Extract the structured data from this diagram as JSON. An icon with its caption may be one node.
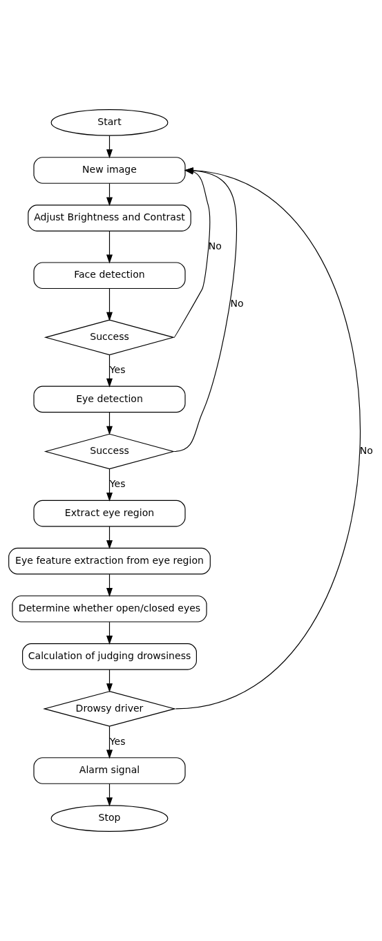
{
  "diagram": {
    "nodes": [
      {
        "text": [
          "Start"
        ]
      },
      {
        "text": [
          "New image"
        ]
      },
      {
        "text": [
          "Adjust Brightness and Contrast"
        ]
      },
      {
        "text": [
          "Face detection"
        ]
      },
      {
        "text": [
          "Success"
        ]
      },
      {
        "text": [
          "Eye detection"
        ]
      },
      {
        "text": [
          "Success"
        ]
      },
      {
        "text": [
          "Extract eye region"
        ]
      },
      {
        "text": [
          "Eye feature extraction from eye region"
        ]
      },
      {
        "text": [
          "Determine whether open/closed eyes"
        ]
      },
      {
        "text": [
          "Calculation of judging drowsiness"
        ]
      },
      {
        "text": [
          "Drowsy driver"
        ]
      },
      {
        "text": [
          "Alarm signal"
        ]
      },
      {
        "text": [
          "Stop"
        ]
      }
    ],
    "edges": [
      {
        "from": 0,
        "to": 1,
        "arrow": "to"
      },
      {
        "from": 1,
        "to": 2,
        "arrow": "to"
      },
      {
        "from": 2,
        "to": 3,
        "arrow": "to"
      },
      {
        "from": 3,
        "to": 4,
        "arrow": "to"
      },
      {
        "from": 4,
        "to": 5,
        "label": "Yes",
        "arrow": "to"
      },
      {
        "from": 4,
        "to": 1,
        "label": "No",
        "arrow": "to"
      },
      {
        "from": 5,
        "to": 6,
        "arrow": "to"
      },
      {
        "from": 6,
        "to": 7,
        "label": "Yes",
        "arrow": "to"
      },
      {
        "from": 6,
        "to": 1,
        "label": "No",
        "arrow": "to"
      },
      {
        "from": 7,
        "to": 8,
        "arrow": "to"
      },
      {
        "from": 8,
        "to": 9,
        "arrow": "to"
      },
      {
        "from": 9,
        "to": 10,
        "arrow": "to"
      },
      {
        "from": 10,
        "to": 11,
        "arrow": "to"
      },
      {
        "from": 11,
        "to": 12,
        "label": "Yes",
        "arrow": "to"
      },
      {
        "from": 11,
        "to": 1,
        "label": "No",
        "arrow": "to"
      },
      {
        "from": 12,
        "to": 13,
        "arrow": "to"
      }
    ]
  }
}
